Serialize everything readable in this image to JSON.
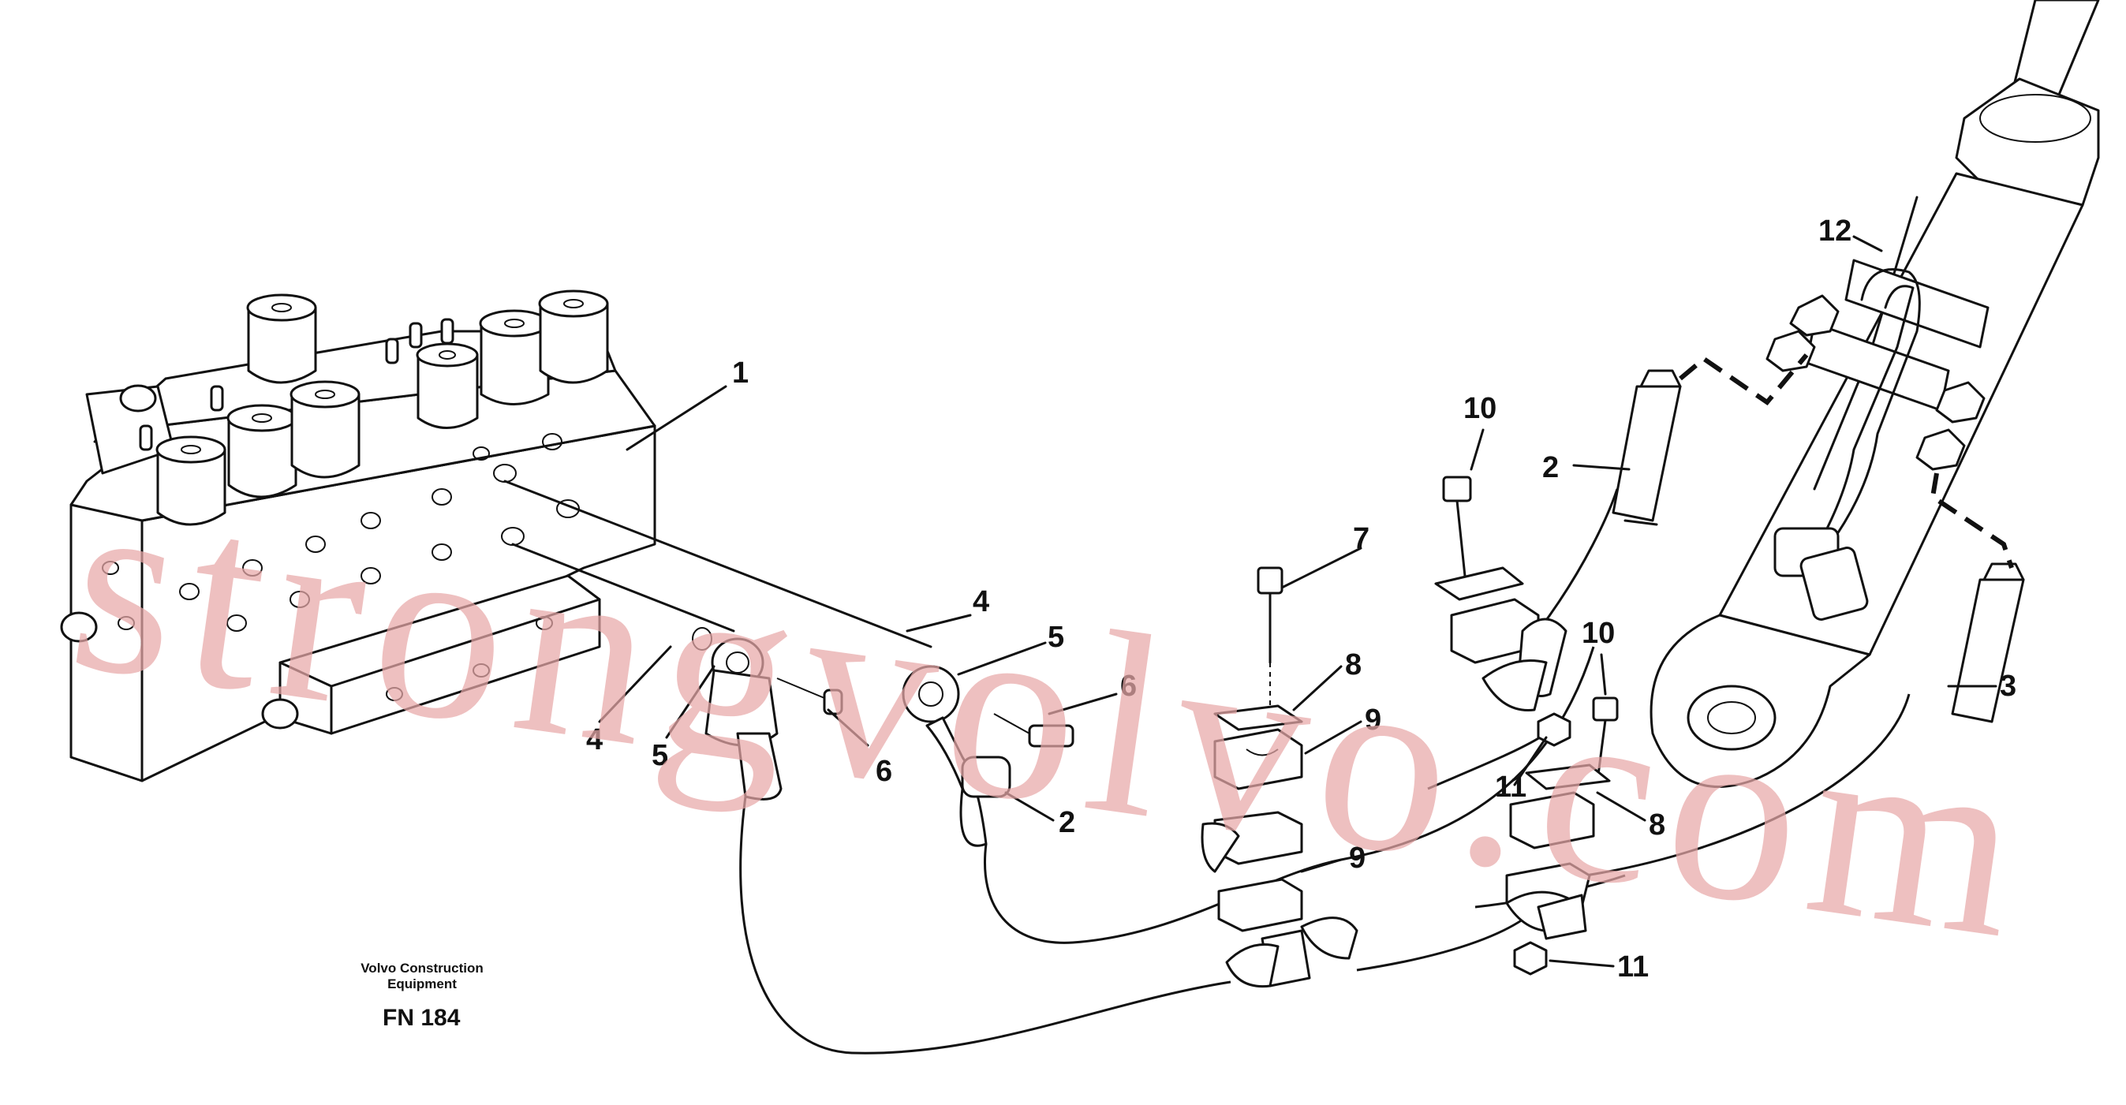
{
  "diagram": {
    "caption": {
      "company_line1": "Volvo Construction",
      "company_line2": "Equipment",
      "figure_code": "FN 184"
    },
    "watermark": "strongvolvo.com",
    "callouts": [
      "1",
      "2",
      "2",
      "3",
      "4",
      "4",
      "5",
      "5",
      "6",
      "6",
      "7",
      "8",
      "8",
      "9",
      "9",
      "10",
      "10",
      "11",
      "11",
      "12"
    ],
    "colors": {
      "line_art": "#111111",
      "watermark": "#e8a9a9",
      "background": "#ffffff"
    }
  }
}
